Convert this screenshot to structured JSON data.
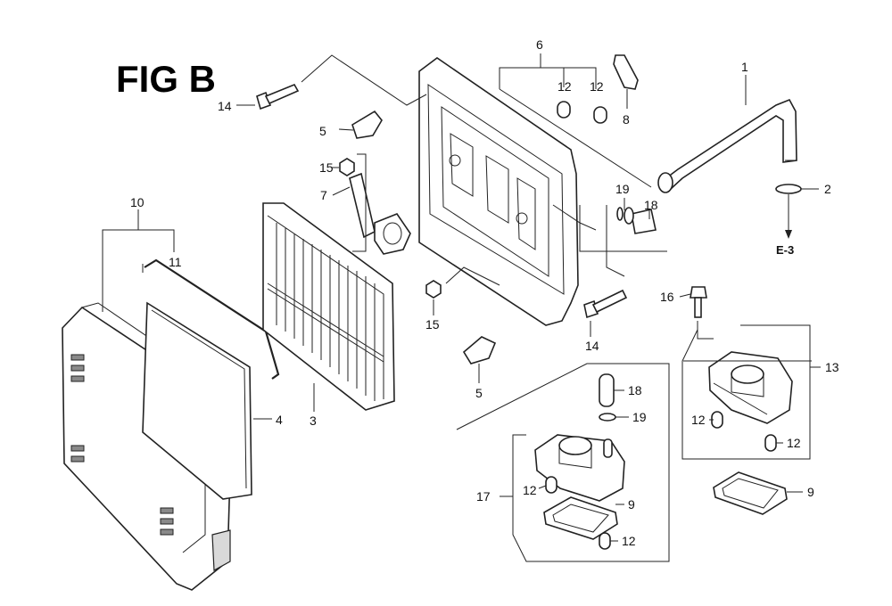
{
  "figure": {
    "title": "FIG B",
    "reference": "E-3"
  },
  "callouts": [
    {
      "id": "c1",
      "label": "1"
    },
    {
      "id": "c2",
      "label": "2"
    },
    {
      "id": "c3",
      "label": "3"
    },
    {
      "id": "c4",
      "label": "4"
    },
    {
      "id": "c5a",
      "label": "5"
    },
    {
      "id": "c5b",
      "label": "5"
    },
    {
      "id": "c6",
      "label": "6"
    },
    {
      "id": "c7",
      "label": "7"
    },
    {
      "id": "c8",
      "label": "8"
    },
    {
      "id": "c9a",
      "label": "9"
    },
    {
      "id": "c9b",
      "label": "9"
    },
    {
      "id": "c10",
      "label": "10"
    },
    {
      "id": "c11",
      "label": "11"
    },
    {
      "id": "c12a",
      "label": "12"
    },
    {
      "id": "c12b",
      "label": "12"
    },
    {
      "id": "c12c",
      "label": "12"
    },
    {
      "id": "c12d",
      "label": "12"
    },
    {
      "id": "c12e",
      "label": "12"
    },
    {
      "id": "c12f",
      "label": "12"
    },
    {
      "id": "c13",
      "label": "13"
    },
    {
      "id": "c14a",
      "label": "14"
    },
    {
      "id": "c14b",
      "label": "14"
    },
    {
      "id": "c15a",
      "label": "15"
    },
    {
      "id": "c15b",
      "label": "15"
    },
    {
      "id": "c16",
      "label": "16"
    },
    {
      "id": "c17",
      "label": "17"
    },
    {
      "id": "c18a",
      "label": "18"
    },
    {
      "id": "c18b",
      "label": "18"
    },
    {
      "id": "c19a",
      "label": "19"
    },
    {
      "id": "c19b",
      "label": "19"
    }
  ]
}
